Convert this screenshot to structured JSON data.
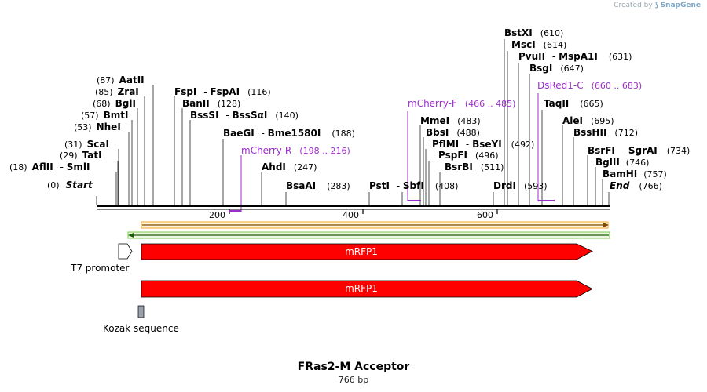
{
  "credit": {
    "prefix": "Created by",
    "brand": "SnapGene"
  },
  "title": "FRas2-M Acceptor",
  "subtitle": "766 bp",
  "colors": {
    "ruler": "#000000",
    "primer": "#9b2fc9",
    "feature_red": "#ff0000",
    "orange_bar": "#f5a623",
    "green_bar": "#7ec850",
    "kozak": "#9aa3ad"
  },
  "sites": [
    {
      "name": "Start",
      "pos": "(0)",
      "italic": true
    },
    {
      "name": "AflII",
      "name2": "SmlI",
      "pos": "(18)"
    },
    {
      "name": "TatI",
      "pos": "(29)"
    },
    {
      "name": "ScaI",
      "pos": "(31)"
    },
    {
      "name": "NheI",
      "pos": "(53)"
    },
    {
      "name": "BmtI",
      "pos": "(57)"
    },
    {
      "name": "BglI",
      "pos": "(68)"
    },
    {
      "name": "ZraI",
      "pos": "(85)"
    },
    {
      "name": "AatII",
      "pos": "(87)"
    },
    {
      "name": "FspI",
      "name2": "FspAI",
      "pos": "(116)"
    },
    {
      "name": "BanII",
      "pos": "(128)"
    },
    {
      "name": "BssSI",
      "name2": "BssSαI",
      "pos": "(140)"
    },
    {
      "name": "BaeGI",
      "name2": "Bme1580I",
      "pos": "(188)"
    },
    {
      "name": "AhdI",
      "pos": "(247)"
    },
    {
      "name": "BsaAI",
      "pos": "(283)"
    },
    {
      "name": "PstI",
      "name2": "SbfI",
      "pos": "(408)"
    },
    {
      "name": "BsrBI",
      "pos": "(511)"
    },
    {
      "name": "PspFI",
      "pos": "(496)"
    },
    {
      "name": "PflMI",
      "name2": "BseYI",
      "pos": "(492)"
    },
    {
      "name": "BbsI",
      "pos": "(488)"
    },
    {
      "name": "MmeI",
      "pos": "(483)"
    },
    {
      "name": "DrdI",
      "pos": "(593)"
    },
    {
      "name": "BsgI",
      "pos": "(647)"
    },
    {
      "name": "PvuII",
      "name2": "MspA1I",
      "pos": "(631)"
    },
    {
      "name": "MscI",
      "pos": "(614)"
    },
    {
      "name": "BstXI",
      "pos": "(610)"
    },
    {
      "name": "TaqII",
      "pos": "(665)"
    },
    {
      "name": "AleI",
      "pos": "(695)"
    },
    {
      "name": "BssHII",
      "pos": "(712)"
    },
    {
      "name": "BsrFI",
      "name2": "SgrAI",
      "pos": "(734)"
    },
    {
      "name": "BglII",
      "pos": "(746)"
    },
    {
      "name": "BamHI",
      "pos": "(757)"
    },
    {
      "name": "End",
      "pos": "(766)",
      "italic": true
    }
  ],
  "primers": [
    {
      "name": "mCherry-R",
      "range": "(198 .. 216)"
    },
    {
      "name": "mCherry-F",
      "range": "(466 .. 485)"
    },
    {
      "name": "DsRed1-C",
      "range": "(660 .. 683)"
    }
  ],
  "ruler": {
    "ticks": [
      "200",
      "400",
      "600"
    ]
  },
  "features": {
    "t7": "T7 promoter",
    "mrfp1_a": "mRFP1",
    "mrfp1_b": "mRFP1",
    "kozak": "Kozak sequence"
  }
}
